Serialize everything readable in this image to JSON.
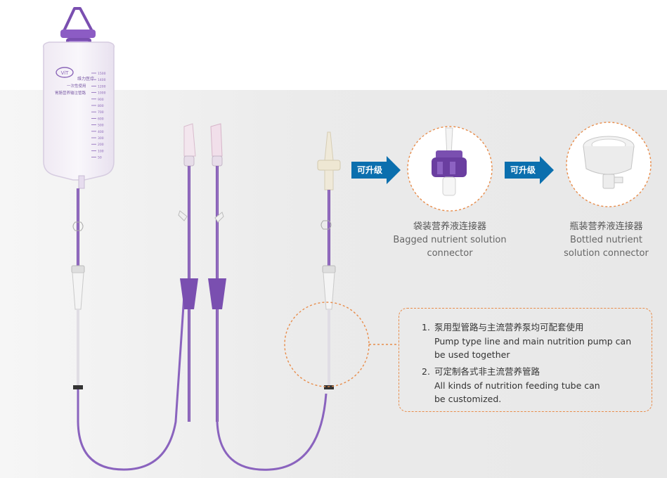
{
  "upgrade_label_1": "可升级",
  "upgrade_label_2": "可升级",
  "bag": {
    "brand": "维力医疗",
    "line1": "一次性使用",
    "line2": "胃肠营养输注管路",
    "scale": [
      "1500",
      "1400",
      "1200",
      "1000",
      "900",
      "800",
      "700",
      "600",
      "500",
      "400",
      "300",
      "200",
      "100",
      "50"
    ]
  },
  "bagged_connector": {
    "zh": "袋装营养液连接器",
    "en_line1": "Bagged nutrient solution",
    "en_line2": "connector"
  },
  "bottled_connector": {
    "zh": "瓶装营养液连接器",
    "en_line1": "Bottled nutrient",
    "en_line2": "solution connector"
  },
  "features": [
    {
      "num": "1.",
      "zh": "泵用型管路与主流营养泵均可配套使用",
      "en_line1": "Pump type line and main nutrition pump can",
      "en_line2": "be used together"
    },
    {
      "num": "2.",
      "zh": "可定制各式非主流营养管路",
      "en_line1": "All kinds of nutrition feeding tube can",
      "en_line2": "be customized."
    }
  ],
  "colors": {
    "accent_purple": "#7a4fb0",
    "arrow_blue": "#0b6fae",
    "dashed_orange": "#e88c4a"
  }
}
